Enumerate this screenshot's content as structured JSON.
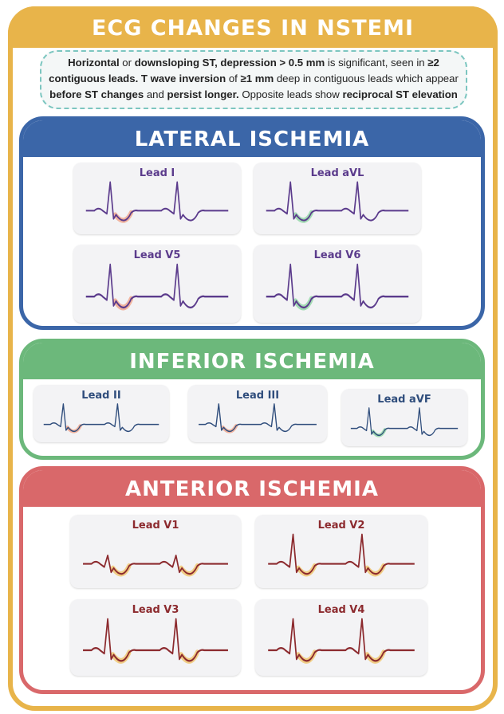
{
  "title": "ECG CHANGES IN NSTEMI",
  "info": {
    "p1": "Horizontal",
    "t1": " or ",
    "p2": "downsloping ST, depression > 0.5 mm",
    "t2": " is significant, seen in ",
    "p3": "≥2 contiguous leads. T wave inversion",
    "t3": " of ",
    "p4": "≥1 mm",
    "t4": " deep in contiguous leads which appear ",
    "p5": "before ST changes",
    "t5": " and ",
    "p6": "persist longer.",
    "t6": " Opposite leads show ",
    "p7": "reciprocal ST elevation"
  },
  "sections": [
    {
      "title": "LATERAL ISCHEMIA",
      "color": "#3b66a8",
      "trace": "#5b3b8c",
      "leads": [
        "Lead I",
        "Lead aVL",
        "Lead V5",
        "Lead V6"
      ],
      "highlights": [
        "#f0a48a",
        "#8fd6a4",
        "#f0a48a",
        "#8fd6a4"
      ]
    },
    {
      "title": "INFERIOR ISCHEMIA",
      "color": "#6cb87b",
      "trace": "#2f4d7c",
      "leads": [
        "Lead II",
        "Lead III",
        "Lead aVF"
      ],
      "highlights": [
        "#f0a48a",
        "#f0a48a",
        "#8fd6a4"
      ]
    },
    {
      "title": "ANTERIOR ISCHEMIA",
      "color": "#d9686a",
      "trace": "#8c2a2e",
      "leads": [
        "Lead V1",
        "Lead V2",
        "Lead V3",
        "Lead V4"
      ],
      "highlights": [
        "#f0c46a",
        "#f0c46a",
        "#f0c46a",
        "#f0c46a"
      ]
    }
  ]
}
